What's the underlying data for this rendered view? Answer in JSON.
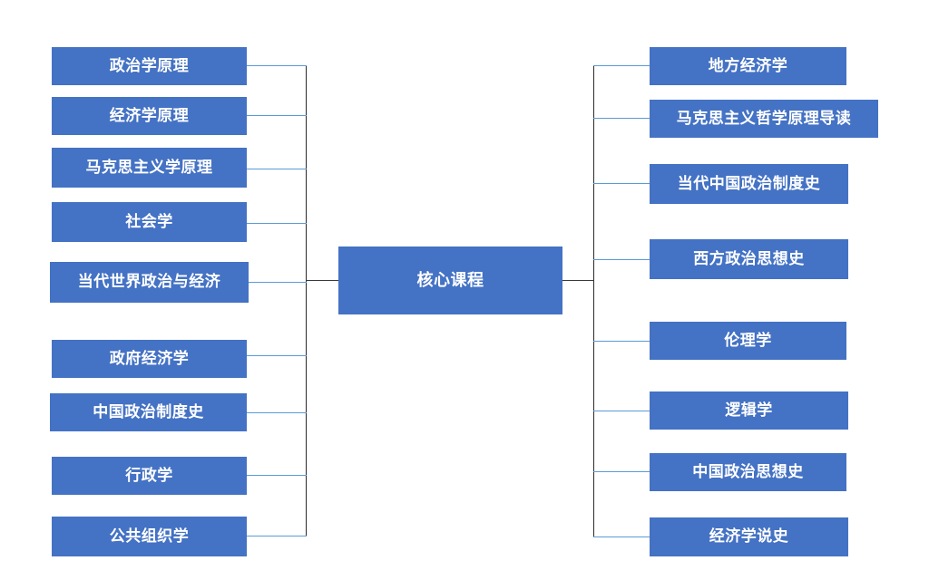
{
  "diagram": {
    "title": "核心课程",
    "type": "mind-map",
    "colors": {
      "node_fill": "#4472C4",
      "node_text": "#FFFFFF",
      "branch_line": "#5B9BD5",
      "trunk_line": "#2B2B2B",
      "background": "#FFFFFF"
    },
    "center": {
      "label": "核心课程"
    },
    "left_branch": {
      "items": [
        {
          "label": "政治学原理"
        },
        {
          "label": "经济学原理"
        },
        {
          "label": "马克思主义学原理"
        },
        {
          "label": "社会学"
        },
        {
          "label": "当代世界政治与经济"
        },
        {
          "label": "政府经济学"
        },
        {
          "label": "中国政治制度史"
        },
        {
          "label": "行政学"
        },
        {
          "label": "公共组织学"
        }
      ]
    },
    "right_branch": {
      "items": [
        {
          "label": "地方经济学"
        },
        {
          "label": "马克思主义哲学原理导读"
        },
        {
          "label": "当代中国政治制度史"
        },
        {
          "label": "西方政治思想史"
        },
        {
          "label": "伦理学"
        },
        {
          "label": "逻辑学"
        },
        {
          "label": "中国政治思想史"
        },
        {
          "label": "经济学说史"
        }
      ]
    }
  }
}
